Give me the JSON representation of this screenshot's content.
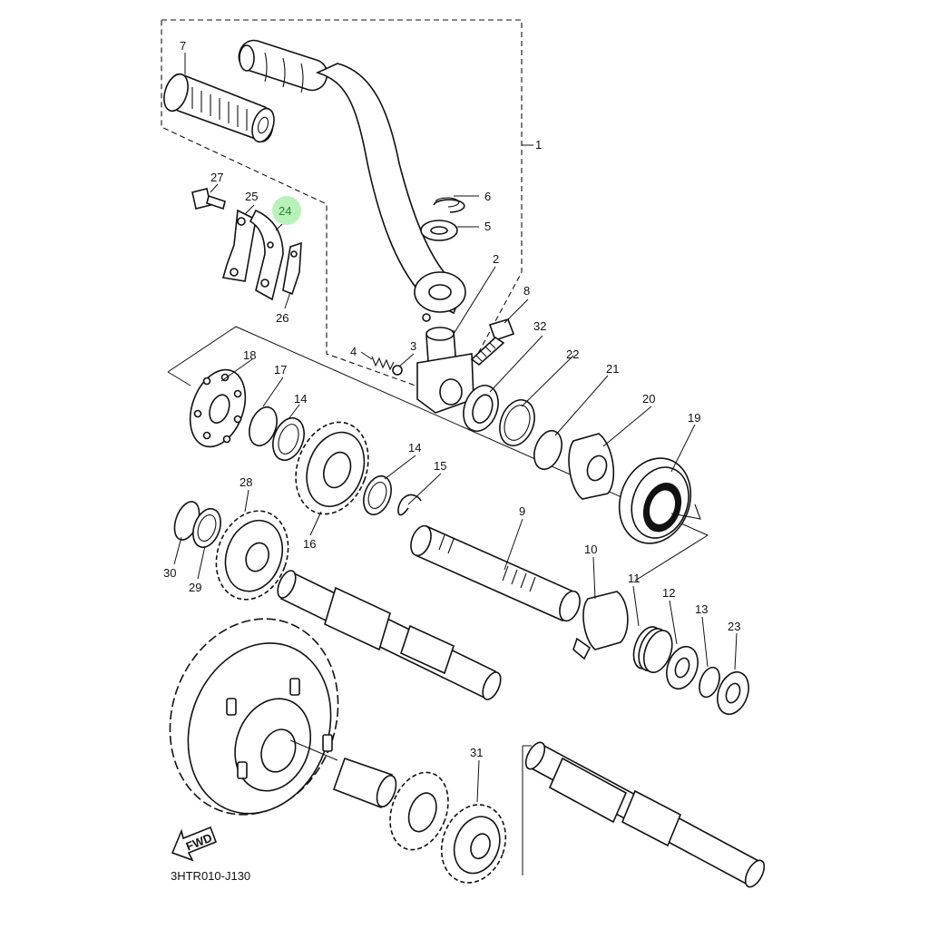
{
  "diagram": {
    "code": "3HTR010-J130",
    "fwd_label": "FWD",
    "highlight_color": "#b9f2b9",
    "highlight_text_color": "#1a8a2a",
    "callouts": {
      "c1": "1",
      "c2": "2",
      "c3": "3",
      "c4": "4",
      "c5": "5",
      "c6": "6",
      "c7": "7",
      "c8": "8",
      "c9": "9",
      "c10": "10",
      "c11": "11",
      "c12": "12",
      "c13": "13",
      "c14a": "14",
      "c14b": "14",
      "c15": "15",
      "c16": "16",
      "c17": "17",
      "c18": "18",
      "c19": "19",
      "c20": "20",
      "c21": "21",
      "c22": "22",
      "c23": "23",
      "c24": "24",
      "c25": "25",
      "c26": "26",
      "c27": "27",
      "c28": "28",
      "c29": "29",
      "c30": "30",
      "c31": "31",
      "c32": "32"
    }
  }
}
